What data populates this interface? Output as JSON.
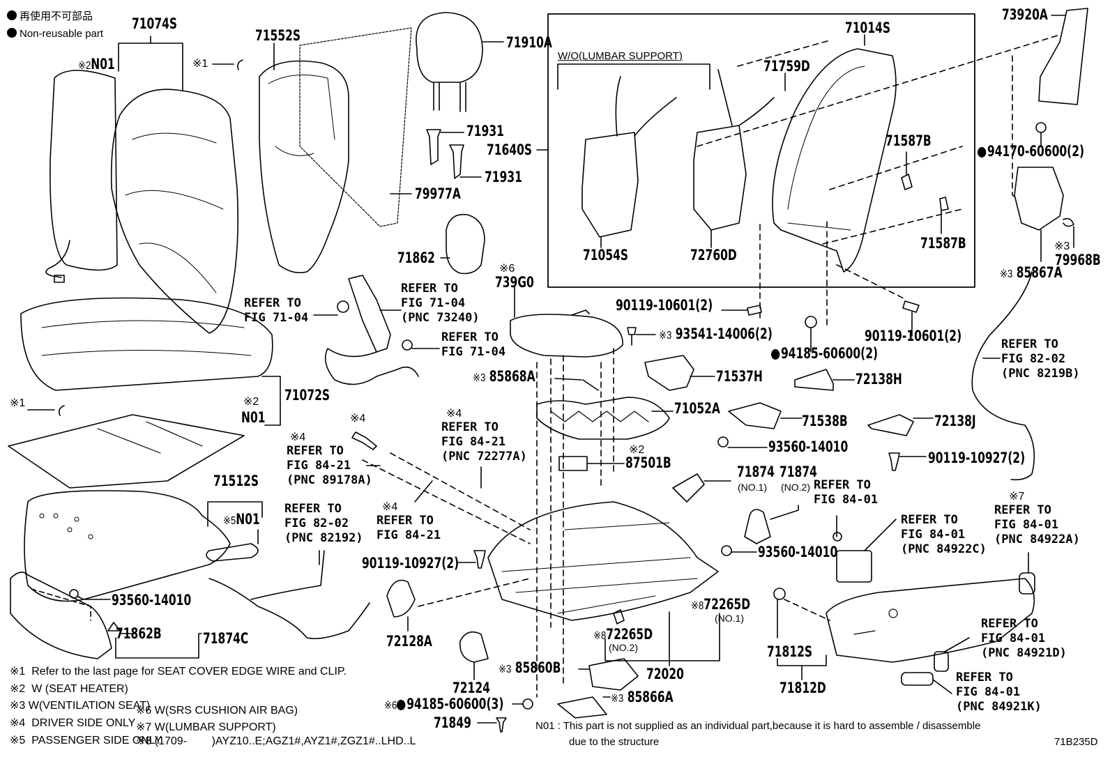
{
  "legend": {
    "jp_label": "再使用不可部品",
    "en_label": "Non-reusable part"
  },
  "lumbar_box_title": "W/O(LUMBAR SUPPORT)",
  "parts": {
    "p71074S": "71074S",
    "p71552S": "71552S",
    "p71910A": "71910A",
    "p71014S": "71014S",
    "p73920A": "73920A",
    "n01_seatback": "N01",
    "n01_seatback_mark": "※2",
    "clip1_mark": "※1",
    "p71931a": "71931",
    "p71931b": "71931",
    "p71640S": "71640S",
    "p71759D": "71759D",
    "p71587B_a": "71587B",
    "p71587B_b": "71587B",
    "p94170": "94170-60600(2)",
    "p79977A": "79977A",
    "p71862": "71862",
    "p71054S": "71054S",
    "p72760D": "72760D",
    "p79968B": "79968B",
    "p79968B_mark": "※3",
    "p85867A": "85867A",
    "p85867A_mark": "※3",
    "p739G0_mark": "※6",
    "p739G0": "739G0",
    "p90119_10601_a": "90119-10601(2)",
    "p90119_10601_b": "90119-10601(2)",
    "p93541": "93541-14006(2)",
    "p93541_mark": "※3",
    "p94185_a": "94185-60600(2)",
    "p85868A_mark": "※3",
    "p85868A": "85868A",
    "p71537H": "71537H",
    "p72138H": "72138H",
    "p71072S": "71072S",
    "n01_cushion_mark": "※2",
    "n01_cushion": "N01",
    "clip2_mark": "※1",
    "p71052A": "71052A",
    "p71538B": "71538B",
    "p72138J": "72138J",
    "p87501B_mark": "※2",
    "p87501B": "87501B",
    "p93560_a": "93560-14010",
    "p90119_10927_a": "90119-10927(2)",
    "p71874_no1": "71874",
    "p71874_no1_sub": "(NO.1)",
    "p71874_no2": "71874",
    "p71874_no2_sub": "(NO.2)",
    "p71512S": "71512S",
    "n01_pass_mark": "※5",
    "n01_pass": "N01",
    "p90119_10927_b": "90119-10927(2)",
    "p93560_b": "93560-14010",
    "p93560_c": "93560-14010",
    "p72265D_1_mark": "※8",
    "p72265D_1": "72265D",
    "p72265D_1_sub": "(NO.1)",
    "p72265D_2_mark": "※8",
    "p72265D_2": "72265D",
    "p72265D_2_sub": "(NO.2)",
    "p71862B": "71862B",
    "p71874C": "71874C",
    "p72128A": "72128A",
    "p72124": "72124",
    "p85860B_mark": "※3",
    "p85860B": "85860B",
    "p72020": "72020",
    "p71812S": "71812S",
    "p71812D": "71812D",
    "p94185_b_mark": "※6",
    "p94185_b": "94185-60600(3)",
    "p71849": "71849",
    "p85866A_mark": "※3",
    "p85866A": "85866A"
  },
  "refer_callouts": [
    {
      "id": "r1",
      "mark": "",
      "text": "REFER TO\nFIG 71-04"
    },
    {
      "id": "r2",
      "mark": "",
      "text": "REFER TO\nFIG 71-04\n(PNC 73240)"
    },
    {
      "id": "r3",
      "mark": "",
      "text": "REFER TO\nFIG 71-04"
    },
    {
      "id": "r4",
      "mark": "※4",
      "text": "REFER TO\nFIG 84-21\n(PNC 89178A)"
    },
    {
      "id": "r5",
      "mark": "※4",
      "text": "REFER TO\nFIG 84-21\n(PNC 72277A)"
    },
    {
      "id": "r6",
      "mark": "※4",
      "text": "REFER TO\nFIG 84-21"
    },
    {
      "id": "r7",
      "mark": "",
      "text": "REFER TO\nFIG 82-02\n(PNC 82192)"
    },
    {
      "id": "r8",
      "mark": "",
      "text": "REFER TO\nFIG 82-02\n(PNC 8219B)"
    },
    {
      "id": "r9",
      "mark": "",
      "text": "REFER TO\nFIG 84-01"
    },
    {
      "id": "r10",
      "mark": "",
      "text": "REFER TO\nFIG 84-01\n(PNC 84922C)"
    },
    {
      "id": "r11",
      "mark": "※7",
      "text": "REFER TO\nFIG 84-01\n(PNC 84922A)"
    },
    {
      "id": "r12",
      "mark": "",
      "text": "REFER TO\nFIG 84-01\n(PNC 84921D)"
    },
    {
      "id": "r13",
      "mark": "",
      "text": "REFER TO\nFIG 84-01\n(PNC 84921K)"
    }
  ],
  "bolt4_mark": "※4",
  "footnotes": [
    {
      "mark": "※1",
      "text": "Refer to the last page for SEAT COVER EDGE WIRE and CLIP."
    },
    {
      "mark": "※2",
      "text": "W (SEAT HEATER)"
    },
    {
      "mark": "※3",
      "text": "W(VENTILATION SEAT)"
    },
    {
      "mark": "※4",
      "text": "DRIVER SIDE ONLY"
    },
    {
      "mark": "※5",
      "text": "PASSENGER SIDE ONLY"
    },
    {
      "mark": "※6",
      "text": "W(SRS CUSHION AIR BAG)"
    },
    {
      "mark": "※7",
      "text": "W(LUMBAR SUPPORT)"
    },
    {
      "mark": "※8",
      "text": "(1709-        )AYZ10..E;AGZ1#,AYZ1#,ZGZ1#..LHD..L"
    }
  ],
  "n01_note": {
    "line1": "N01 : This part is not supplied as an individual part,because it is hard to assemble / disassemble",
    "line2": "due to the structure"
  },
  "figure_code": "71B235D"
}
